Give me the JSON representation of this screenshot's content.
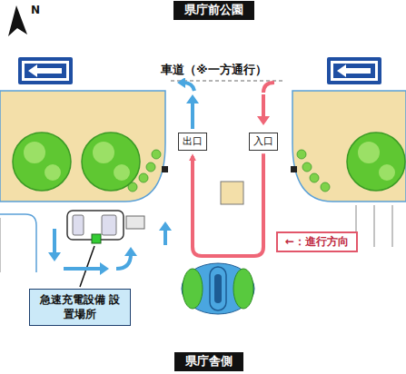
{
  "diagram": {
    "nodes": [
      {
        "text": [
          "県庁前公園"
        ]
      },
      {
        "text": [
          "出口"
        ]
      },
      {
        "text": [
          "入口"
        ]
      },
      {
        "text": [
          "急速充電設備 設置場所"
        ]
      },
      {
        "text": [
          "県庁舎側"
        ]
      }
    ],
    "edges": [
      {
        "from": 2,
        "to": 1,
        "arrow": "to"
      }
    ],
    "labels": [
      "N",
      "車道（※一方通行）"
    ],
    "legend": [
      {
        "text": "←：進行方向"
      }
    ]
  }
}
